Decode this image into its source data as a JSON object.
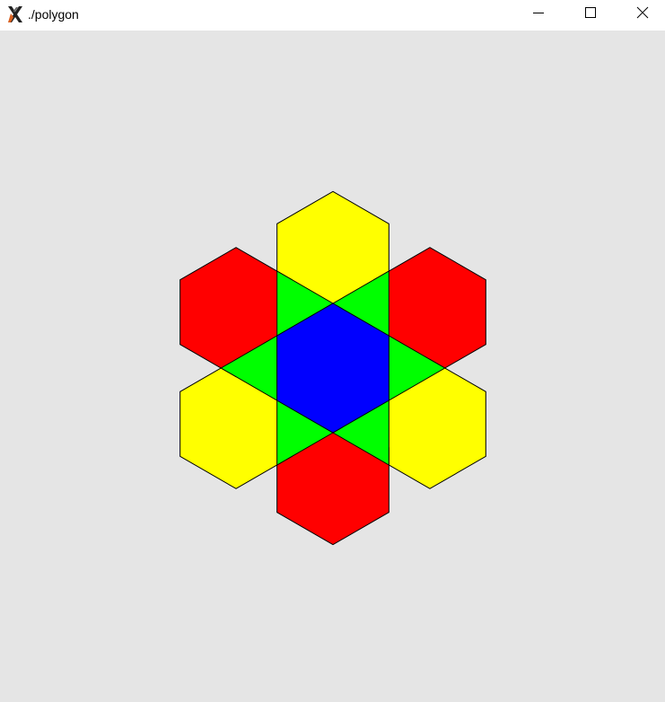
{
  "window": {
    "title": "./polygon",
    "app_icon": "x11-icon",
    "controls": {
      "minimize_icon": "minimize-icon",
      "maximize_icon": "maximize-icon",
      "close_icon": "close-icon"
    }
  },
  "colors": {
    "background": "#e5e5e5",
    "titlebar": "#ffffff",
    "center_hexagon": "#0000ff",
    "triangles": "#00ff00",
    "hexagons_a": "#ffff00",
    "hexagons_b": "#ff0000",
    "outline": "#000000"
  },
  "drawing": {
    "center_hexagon": {
      "fill": "blue"
    },
    "triangles": [
      "green",
      "green",
      "green",
      "green",
      "green",
      "green"
    ],
    "outer_hexagons": [
      "yellow",
      "red",
      "yellow",
      "red",
      "yellow",
      "red"
    ]
  }
}
